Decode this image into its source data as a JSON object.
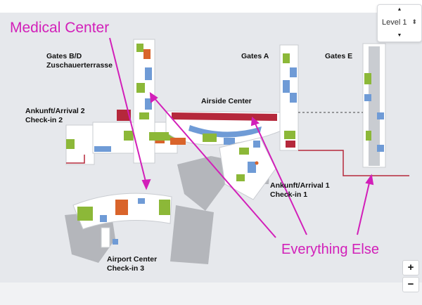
{
  "level": {
    "selected": "Level 1",
    "up_symbol": "▲",
    "down_symbol": "▼",
    "arrow_symbol": "⬍"
  },
  "zoom": {
    "in_label": "+",
    "out_label": "−"
  },
  "areas": {
    "gates_bd": "Gates B/D",
    "zuschauer": "Zuschauerterrasse",
    "gates_a": "Gates A",
    "gates_e": "Gates E",
    "airside": "Airside Center",
    "arrival2": "Ankunft/Arrival 2",
    "checkin2": "Check-in 2",
    "arrival1": "Ankunft/Arrival 1",
    "checkin1": "Check-in 1",
    "airport_center": "Airport Center",
    "checkin3": "Check-in 3"
  },
  "annotations": {
    "medical": "Medical Center",
    "everything": "Everything Else"
  },
  "colors": {
    "annotation": "#d21fb9",
    "green": "#8cb838",
    "orange": "#d9642b",
    "blue": "#6f9bd6",
    "dark_red": "#b5283b",
    "building": "#ffffff",
    "apron": "#b4b6bb"
  }
}
